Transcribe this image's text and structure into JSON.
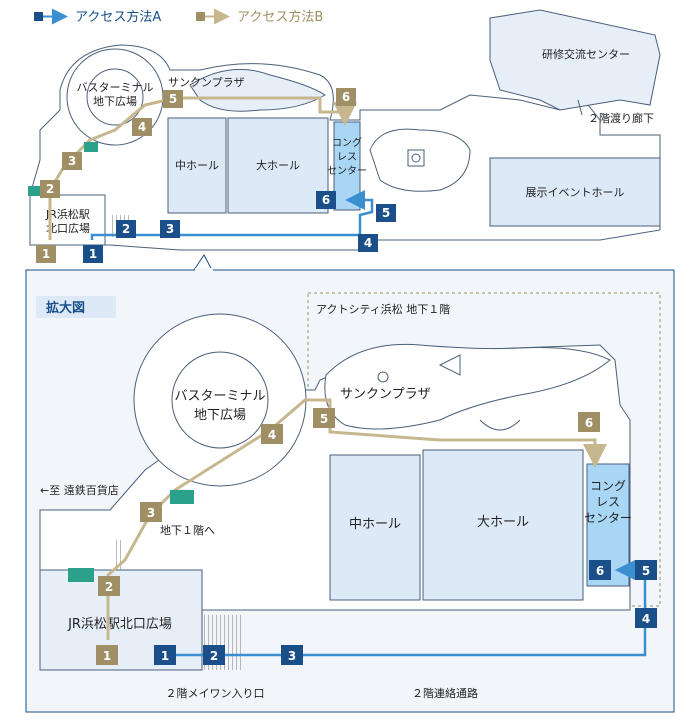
{
  "legend": {
    "route_a": "アクセス方法A",
    "route_b": "アクセス方法B"
  },
  "colors": {
    "route_a": "#1a4f8a",
    "route_a_line": "#3b8fd0",
    "route_b": "#a08f64",
    "route_b_line": "#c7b78f",
    "building_fill": "#dde9f7",
    "building_stroke": "#4a5f7a",
    "congress_fill": "#a9d6f5"
  },
  "overview": {
    "labels": {
      "bus_terminal": "バスターミナル\n地下広場",
      "sunken_plaza": "サンクンプラザ",
      "middle_hall": "中ホール",
      "big_hall": "大ホール",
      "congress_center": "コングレスセンター",
      "exhibition_hall": "展示イベントホール",
      "training_center": "研修交流センター",
      "walkway_2f": "２階渡り廊下",
      "jr_north_plaza": "JR浜松駅\n北口広場"
    }
  },
  "detail": {
    "title": "拡大図",
    "labels": {
      "act_city_b1": "アクトシティ浜松  地下１階",
      "bus_terminal": "バスターミナル\n地下広場",
      "sunken_plaza": "サンクンプラザ",
      "middle_hall": "中ホール",
      "big_hall": "大ホール",
      "congress_center": "コングレスセンター",
      "to_entetsu": "←至 遠鉄百貨店",
      "to_b1": "地下１階へ",
      "jr_north_plaza": "JR浜松駅北口広場",
      "main_entrance_2f": "２階メイワン入り口",
      "connecting_2f": "２階連絡通路"
    }
  },
  "steps": {
    "a": [
      "1",
      "2",
      "3",
      "4",
      "5",
      "6"
    ],
    "b": [
      "1",
      "2",
      "3",
      "4",
      "5",
      "6"
    ]
  }
}
